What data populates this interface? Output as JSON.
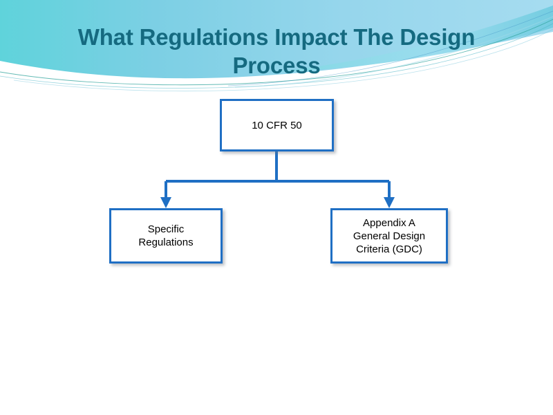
{
  "slide": {
    "title": "What Regulations Impact The Design\nProcess",
    "background_color": "#FFFFFF",
    "title_color": "#156A80"
  },
  "theme": {
    "name": "wave-header",
    "band_color_left": "#63D4DC",
    "band_color_mid": "#8FD4EA",
    "band_color_right": "#A9DCF0",
    "swoosh_color": "#FFFFFF",
    "hairline_color": "#2EA39B"
  },
  "diagram": {
    "type": "org-chart",
    "node_border_color": "#1F6FC4",
    "node_fill_color": "#FFFFFF",
    "connector_color": "#1F6FC4",
    "nodes": [
      {
        "id": "root",
        "label": "10 CFR 50"
      },
      {
        "id": "specific",
        "label": "Specific\nRegulations"
      },
      {
        "id": "appendix",
        "label": "Appendix A\nGeneral Design\nCriteria (GDC)"
      }
    ],
    "edges": [
      {
        "from": "root",
        "to": "specific"
      },
      {
        "from": "root",
        "to": "appendix"
      }
    ]
  }
}
